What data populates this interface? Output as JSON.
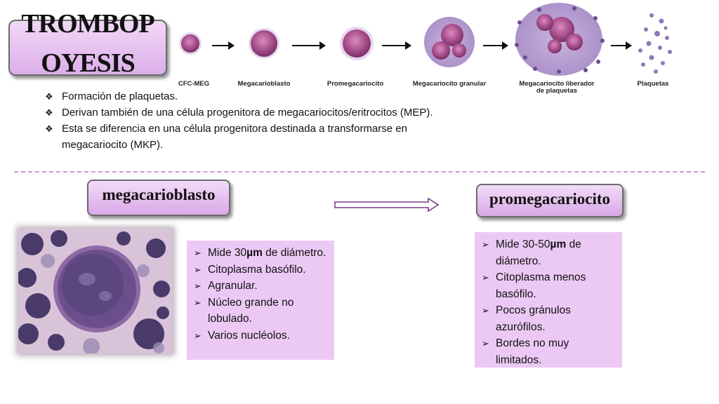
{
  "title": {
    "line1": "TROMBOP",
    "line2": "OYESIS"
  },
  "stages": [
    {
      "label": "CFC-MEG"
    },
    {
      "label": "Megacarioblasto"
    },
    {
      "label": "Promegacariocito"
    },
    {
      "label": "Megacariocito granular"
    },
    {
      "label_line1": "Megacariocito liberador",
      "label_line2": "de plaquetas"
    },
    {
      "label": "Plaquetas"
    }
  ],
  "intro_bullets": [
    "Formación de plaquetas.",
    "Derivan también de una célula progenitora de megacariocitos/eritrocitos (MEP).",
    "Esta se diferencia en una célula progenitora destinada a transformarse en megacariocito (MKP)."
  ],
  "left_heading": "megacarioblasto",
  "right_heading": "promegacariocito",
  "left_list": {
    "item1_pre": "Mide 30",
    "item1_bold": "µm",
    "item1_post": " de diámetro.",
    "items": [
      "Citoplasma basófilo.",
      "Agranular.",
      "Núcleo grande no lobulado.",
      "Varios nucléolos."
    ]
  },
  "right_list": {
    "item1_pre": "Mide 30-50",
    "item1_bold": "µm",
    "item1_post": " de diámetro.",
    "items": [
      "Citoplasma menos basófilo.",
      "Pocos gránulos azurófilos.",
      "Bordes no muy limitados."
    ]
  },
  "colors": {
    "accent_lilac": "#dcaeea",
    "box_fill": "#ecc9f5",
    "divider": "#d98fe6",
    "cell_purple": "#9c3c78"
  }
}
